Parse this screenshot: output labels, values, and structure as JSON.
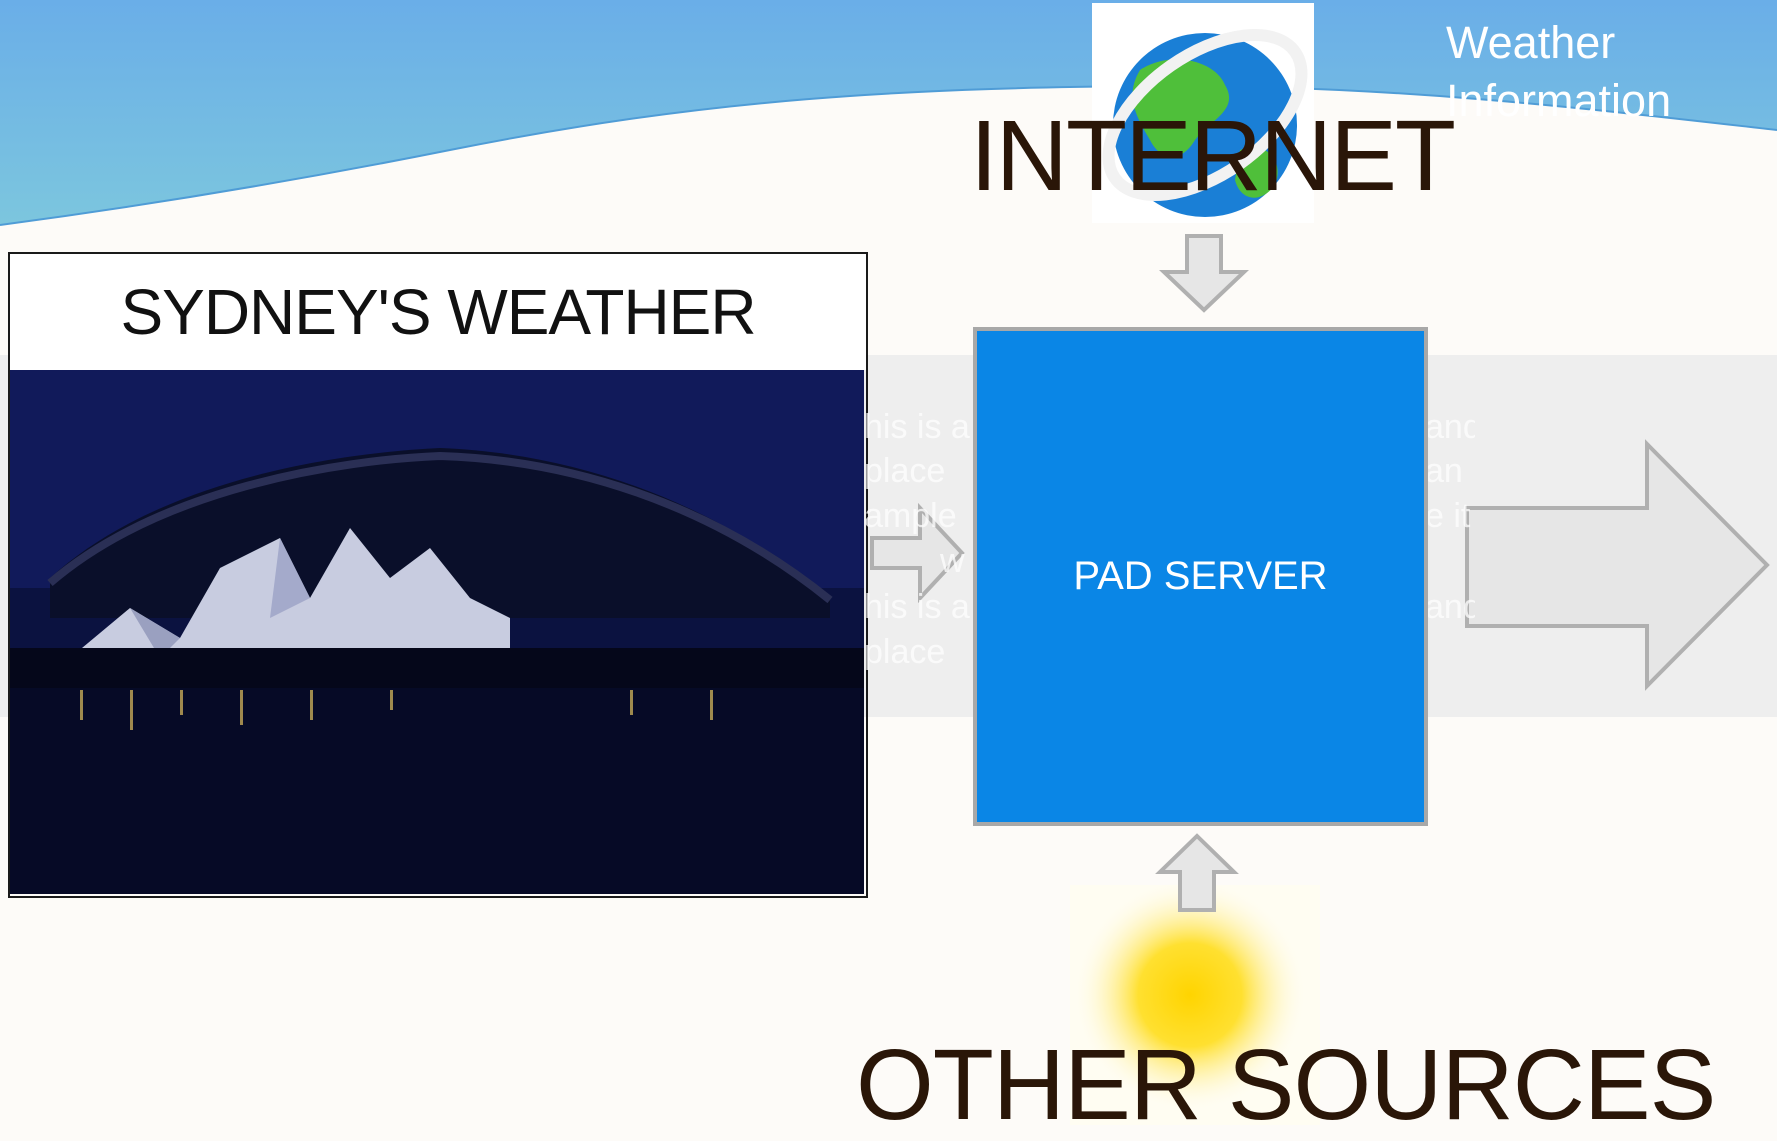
{
  "header": {
    "title": "Weather\nInformation"
  },
  "photo": {
    "title": "SYDNEY'S WEATHER"
  },
  "placeholder_text": {
    "left_lines": [
      "his is a",
      "place",
      "ample",
      "w",
      "his is a",
      "place"
    ],
    "right_lines": [
      "and",
      "an",
      "e it",
      "",
      "and",
      ""
    ]
  },
  "diagram": {
    "server_label": "PAD SERVER",
    "internet_label": "INTERNET",
    "sources_label": "OTHER SOURCES"
  },
  "icons": {
    "globe": "globe-icon",
    "sun": "sun-icon",
    "arrows": [
      "arrow-down-icon",
      "arrow-up-icon",
      "arrow-right-small-icon",
      "arrow-right-large-icon"
    ]
  },
  "colors": {
    "header_blue": "#6cb4e6",
    "server_blue": "#0a86e6",
    "arrow_gray": "#e6e6e6",
    "label_brown": "#2a1608"
  }
}
